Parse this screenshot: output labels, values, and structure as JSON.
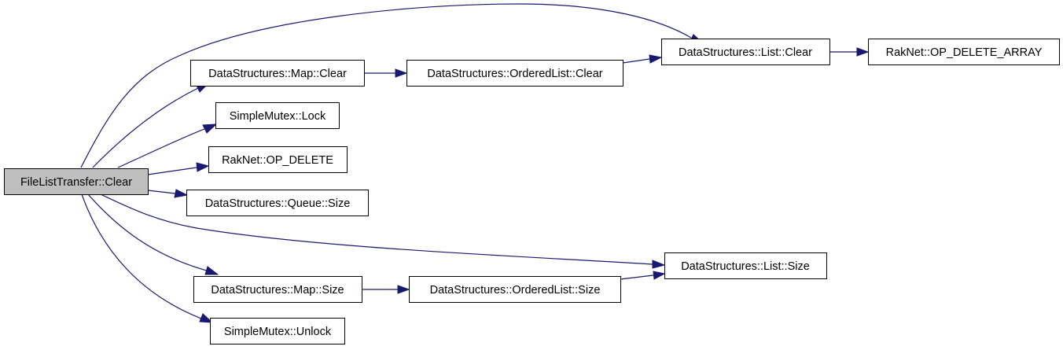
{
  "graph": {
    "root": "FileListTransfer::Clear",
    "nodes": {
      "root": "FileListTransfer::Clear",
      "map_clear": "DataStructures::Map::Clear",
      "mutex_lock": "SimpleMutex::Lock",
      "op_delete": "RakNet::OP_DELETE",
      "queue_size": "DataStructures::Queue::Size",
      "map_size": "DataStructures::Map::Size",
      "mutex_unlock": "SimpleMutex::Unlock",
      "orderedlist_clear": "DataStructures::OrderedList::Clear",
      "orderedlist_size": "DataStructures::OrderedList::Size",
      "list_clear": "DataStructures::List::Clear",
      "list_size": "DataStructures::List::Size",
      "op_delete_array": "RakNet::OP_DELETE_ARRAY"
    },
    "edges": [
      [
        "root",
        "list_clear"
      ],
      [
        "root",
        "map_clear"
      ],
      [
        "root",
        "mutex_lock"
      ],
      [
        "root",
        "op_delete"
      ],
      [
        "root",
        "queue_size"
      ],
      [
        "root",
        "list_size"
      ],
      [
        "root",
        "map_size"
      ],
      [
        "root",
        "mutex_unlock"
      ],
      [
        "map_clear",
        "orderedlist_clear"
      ],
      [
        "orderedlist_clear",
        "list_clear"
      ],
      [
        "list_clear",
        "op_delete_array"
      ],
      [
        "map_size",
        "orderedlist_size"
      ],
      [
        "orderedlist_size",
        "list_size"
      ]
    ],
    "colors": {
      "edge": "#191970",
      "root_fill": "#bfbfbf",
      "node_fill": "#ffffff",
      "node_border": "#000000"
    }
  }
}
